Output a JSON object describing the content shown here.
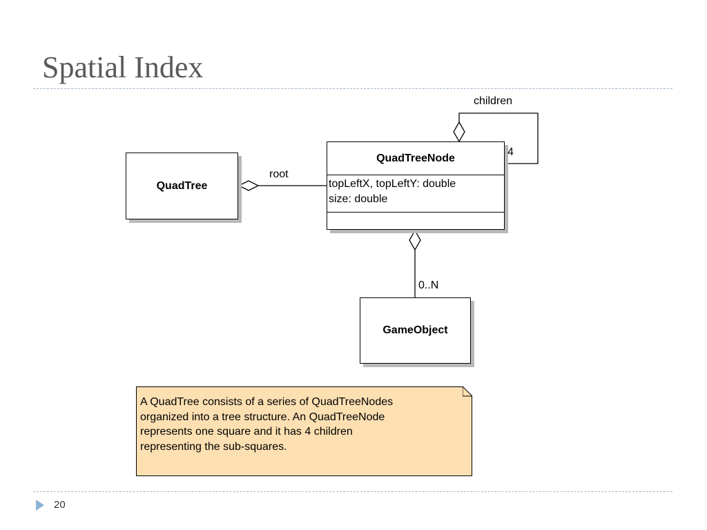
{
  "slide": {
    "title": "Spatial Index",
    "page_number": "20"
  },
  "diagram": {
    "classes": {
      "quadtree": {
        "name": "QuadTree"
      },
      "quadtreenode": {
        "name": "QuadTreeNode",
        "attributes": [
          "topLeftX, topLeftY: double",
          "size: double"
        ]
      },
      "gameobject": {
        "name": "GameObject"
      }
    },
    "associations": {
      "root": {
        "label": "root",
        "type": "aggregation",
        "from": "QuadTree",
        "to": "QuadTreeNode"
      },
      "children": {
        "label": "children",
        "multiplicity": "4",
        "type": "aggregation",
        "from": "QuadTreeNode",
        "to": "QuadTreeNode"
      },
      "objects": {
        "multiplicity": "0..N",
        "type": "aggregation",
        "from": "QuadTreeNode",
        "to": "GameObject"
      }
    },
    "note": {
      "lines": [
        "A QuadTree consists of a series of QuadTreeNodes",
        "organized into a tree structure. An QuadTreeNode",
        "represents one square and it has 4 children",
        "representing the sub-squares."
      ],
      "color": "#fde0b2"
    }
  },
  "colors": {
    "title": "#595959",
    "rule": "#9fb3c8",
    "bullet": "#8eb3d6"
  }
}
